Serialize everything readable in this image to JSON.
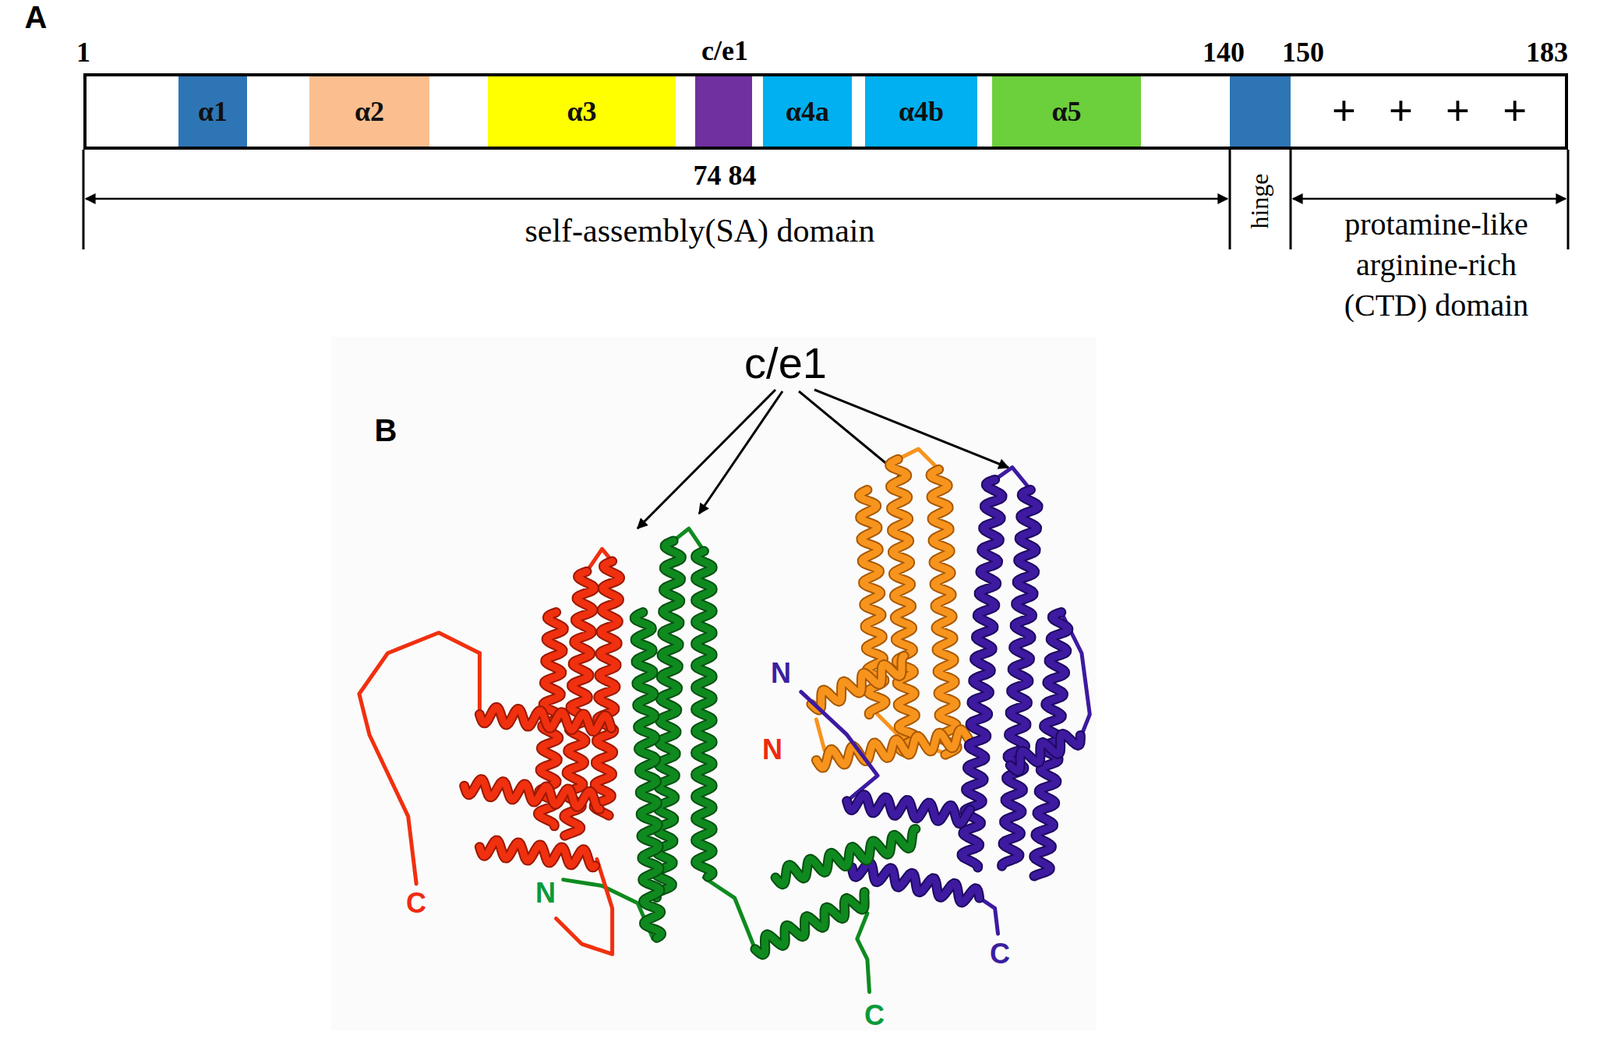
{
  "diagram": {
    "nodes": [
      {
        "text": [
          "+ + + +"
        ]
      },
      {
        "text": [
          "α1"
        ],
        "in": 0
      },
      {
        "text": [
          "α2"
        ],
        "in": 0
      },
      {
        "text": [
          "α3"
        ],
        "in": 0
      },
      {
        "text": [
          "α4a"
        ],
        "in": 0
      },
      {
        "text": [
          "α4b"
        ],
        "in": 0
      },
      {
        "text": [
          "α5"
        ],
        "in": 0
      }
    ],
    "labels": [
      "A",
      "1",
      "c/e1",
      "140",
      "150",
      "183",
      "74 84",
      "self-assembly(SA) domain",
      "hinge",
      "protamine-like arginine-rich (CTD) domain",
      "B",
      "c/e1",
      "N",
      "C",
      "N",
      "C",
      "N",
      "C"
    ]
  }
}
